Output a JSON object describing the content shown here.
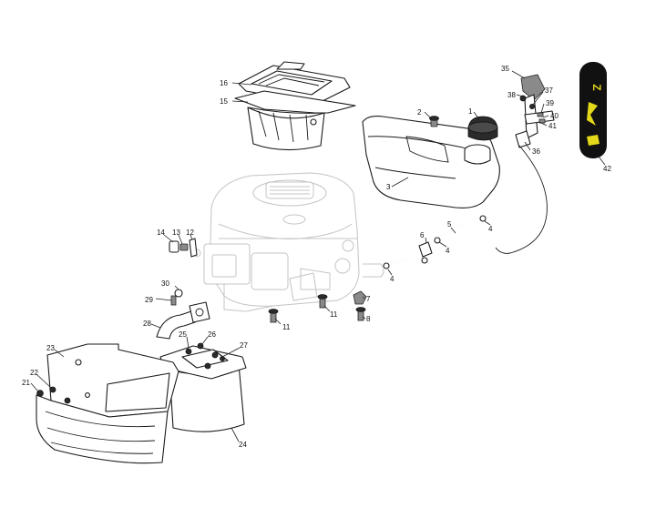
{
  "colors": {
    "outline": "#1a1a1a",
    "engine_ghost": "#c4c4c4",
    "badge_bg": "#111111",
    "badge_accent": "#e3d81a"
  },
  "badge": {
    "icon": "lawn-mower-brand-badge",
    "letter": "Z"
  },
  "callouts": [
    {
      "id": "16",
      "label": "16"
    },
    {
      "id": "15",
      "label": "15"
    },
    {
      "id": "2",
      "label": "2"
    },
    {
      "id": "1",
      "label": "1"
    },
    {
      "id": "3",
      "label": "3"
    },
    {
      "id": "35",
      "label": "35"
    },
    {
      "id": "38",
      "label": "38"
    },
    {
      "id": "37",
      "label": "37"
    },
    {
      "id": "39",
      "label": "39"
    },
    {
      "id": "40",
      "label": "40"
    },
    {
      "id": "41",
      "label": "41"
    },
    {
      "id": "36",
      "label": "36"
    },
    {
      "id": "42",
      "label": "42"
    },
    {
      "id": "14",
      "label": "14"
    },
    {
      "id": "13",
      "label": "13"
    },
    {
      "id": "12",
      "label": "12"
    },
    {
      "id": "5",
      "label": "5"
    },
    {
      "id": "6",
      "label": "6"
    },
    {
      "id": "4a",
      "label": "4"
    },
    {
      "id": "4b",
      "label": "4"
    },
    {
      "id": "4c",
      "label": "4"
    },
    {
      "id": "30",
      "label": "30"
    },
    {
      "id": "29",
      "label": "29"
    },
    {
      "id": "7",
      "label": "7"
    },
    {
      "id": "8",
      "label": "8"
    },
    {
      "id": "11a",
      "label": "11"
    },
    {
      "id": "11b",
      "label": "11"
    },
    {
      "id": "28",
      "label": "28"
    },
    {
      "id": "25",
      "label": "25"
    },
    {
      "id": "26",
      "label": "26"
    },
    {
      "id": "27",
      "label": "27"
    },
    {
      "id": "23",
      "label": "23"
    },
    {
      "id": "22",
      "label": "22"
    },
    {
      "id": "21",
      "label": "21"
    },
    {
      "id": "24",
      "label": "24"
    }
  ]
}
